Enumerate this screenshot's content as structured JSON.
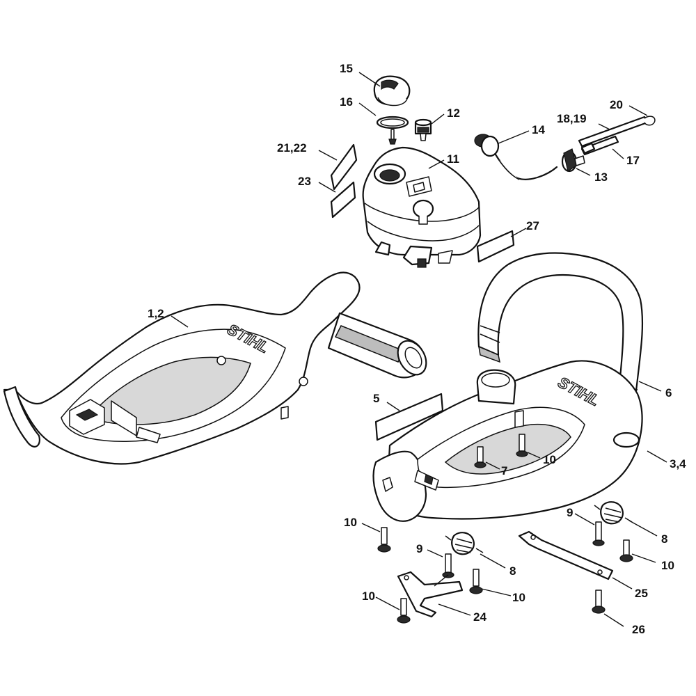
{
  "figure": {
    "brand_logo_text": "STIHL",
    "callouts": [
      {
        "id": "c-15",
        "text": "15"
      },
      {
        "id": "c-16",
        "text": "16"
      },
      {
        "id": "c-12",
        "text": "12"
      },
      {
        "id": "c-21-22",
        "text": "21,22"
      },
      {
        "id": "c-23",
        "text": "23"
      },
      {
        "id": "c-11",
        "text": "11"
      },
      {
        "id": "c-14",
        "text": "14"
      },
      {
        "id": "c-18-19",
        "text": "18,19"
      },
      {
        "id": "c-20",
        "text": "20"
      },
      {
        "id": "c-17",
        "text": "17"
      },
      {
        "id": "c-13",
        "text": "13"
      },
      {
        "id": "c-27",
        "text": "27"
      },
      {
        "id": "c-1-2",
        "text": "1,2"
      },
      {
        "id": "c-6",
        "text": "6"
      },
      {
        "id": "c-5",
        "text": "5"
      },
      {
        "id": "c-3-4",
        "text": "3,4"
      },
      {
        "id": "c-10a",
        "text": "10"
      },
      {
        "id": "c-7",
        "text": "7"
      },
      {
        "id": "c-10b",
        "text": "10"
      },
      {
        "id": "c-9a",
        "text": "9"
      },
      {
        "id": "c-8a",
        "text": "8"
      },
      {
        "id": "c-9b",
        "text": "9"
      },
      {
        "id": "c-8b",
        "text": "8"
      },
      {
        "id": "c-10c",
        "text": "10"
      },
      {
        "id": "c-10d",
        "text": "10"
      },
      {
        "id": "c-25",
        "text": "25"
      },
      {
        "id": "c-10e",
        "text": "10"
      },
      {
        "id": "c-24",
        "text": "24"
      },
      {
        "id": "c-26",
        "text": "26"
      }
    ]
  }
}
